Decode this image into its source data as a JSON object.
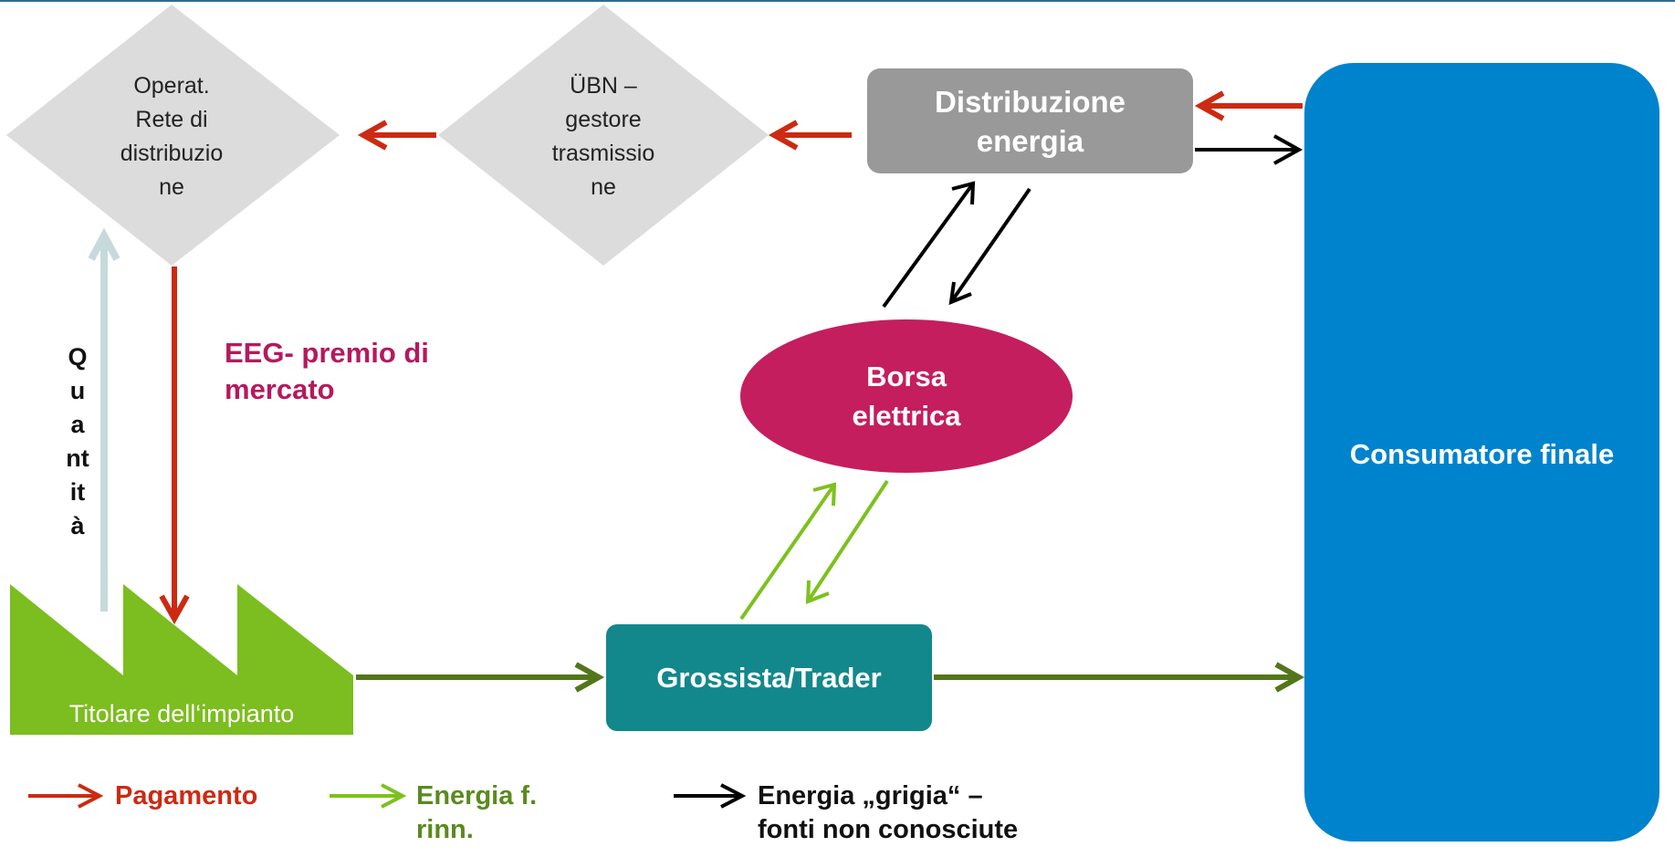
{
  "nodes": {
    "dso": {
      "label": "Operat.\nRete di\ndistribuzio\nne"
    },
    "tso": {
      "label": "ÜBN –\ngestore\ntrasmissio\nne"
    },
    "distribution": {
      "label": "Distribuzione\nenergia"
    },
    "exchange": {
      "label": "Borsa\nelettrica"
    },
    "consumer": {
      "label": "Consumatore finale"
    },
    "wholesaler": {
      "label": "Grossista/Trader"
    },
    "plant_owner": {
      "label": "Titolare dell‘impianto"
    }
  },
  "labels": {
    "quantity": "Q\nu\na\nnt\nit\nà",
    "eeg_premium": "EEG- premio di\nmercato"
  },
  "legend": {
    "payment": "Pagamento",
    "renewable": "Energia f.\nrinn.",
    "grey": "Energia „grigia“ –\nfonti non conosciute"
  },
  "colors": {
    "payment": "#cc2a12",
    "renewable_dark": "#53761a",
    "renewable_light": "#7dc11e",
    "grey_energy": "#000000",
    "quantity_arrow": "#c7dadb",
    "diamond": "#dcdcdc",
    "distribution_box": "#999999",
    "exchange": "#c41e5e",
    "consumer": "#0083cd",
    "wholesaler": "#13888c",
    "plant": "#7cbd1f",
    "eeg_text": "#b5195d",
    "top_line": "#2d6e8a"
  }
}
